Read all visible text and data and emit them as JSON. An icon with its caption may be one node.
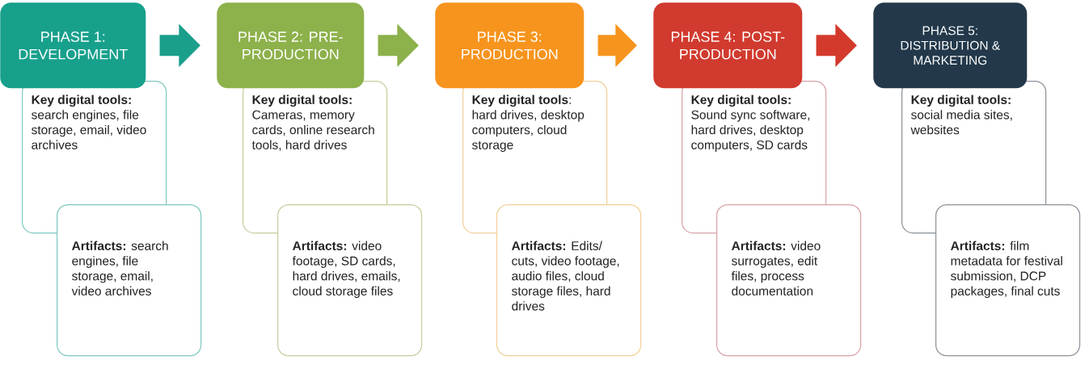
{
  "diagram": {
    "nodes": [
      {
        "text": [
          "PHASE 1: DEVELOPMENT"
        ]
      },
      {
        "text": [
          "**Key digital tools:** search engines, file storage, email, video archives"
        ]
      },
      {
        "text": [
          "**Artifacts:** search engines, file storage, email, video archives"
        ]
      },
      {
        "text": [
          "PHASE 2: PRE-PRODUCTION"
        ]
      },
      {
        "text": [
          "**Key digital tools:** Cameras, memory cards, online research tools, hard drives"
        ]
      },
      {
        "text": [
          "**Artifacts:** video footage, SD cards, hard drives, emails, cloud storage files"
        ]
      },
      {
        "text": [
          "PHASE 3: PRODUCTION"
        ]
      },
      {
        "text": [
          "**Key digital tools**: hard drives, desktop computers, cloud storage"
        ]
      },
      {
        "text": [
          "**Artifacts:** Edits/ cuts, video footage, audio files, cloud storage files, hard drives"
        ]
      },
      {
        "text": [
          "PHASE 4: POST-PRODUCTION"
        ]
      },
      {
        "text": [
          "**Key digital tools:** Sound sync software, hard drives, desktop computers, SD cards"
        ]
      },
      {
        "text": [
          "**Artifacts:** video surrogates, edit files, process documentation"
        ]
      },
      {
        "text": [
          "PHASE 5: DISTRIBUTION & MARKETING"
        ]
      },
      {
        "text": [
          "**Key digital tools:** social media sites, websites"
        ]
      },
      {
        "text": [
          "**Artifacts:** film metadata for festival submission, DCP packages, final cuts"
        ]
      }
    ],
    "edges": [
      {
        "from": 0,
        "to": 3,
        "arrow": "to",
        "color": "#1a9f8c"
      },
      {
        "from": 3,
        "to": 6,
        "arrow": "to",
        "color": "#8db14b"
      },
      {
        "from": 6,
        "to": 9,
        "arrow": "to",
        "color": "#f7941e"
      },
      {
        "from": 9,
        "to": 12,
        "arrow": "to",
        "color": "#d33a2c"
      }
    ]
  }
}
